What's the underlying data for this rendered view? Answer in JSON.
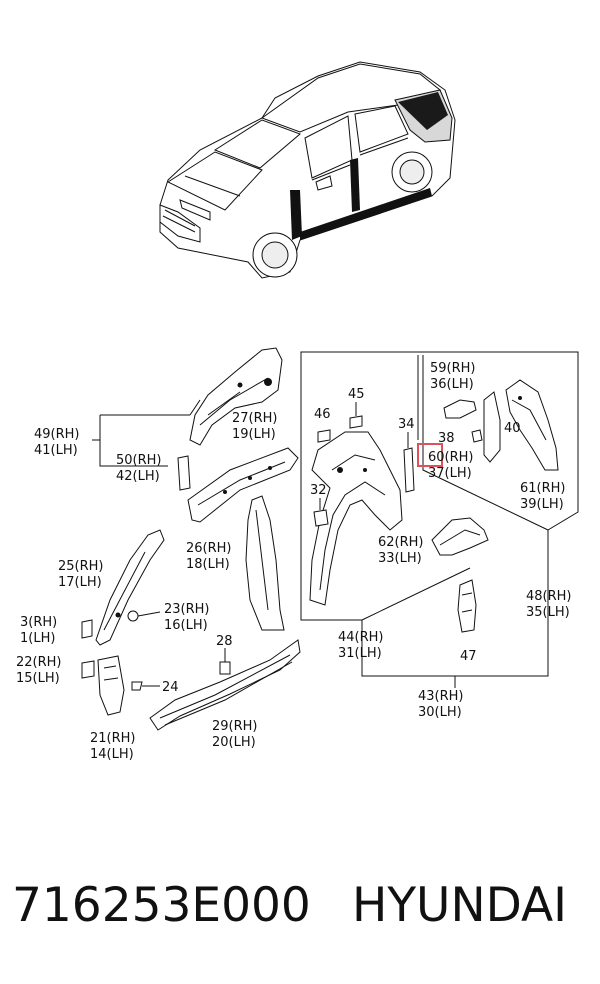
{
  "callouts": {
    "c59": "59(RH)",
    "c36": "36(LH)",
    "c45": "45",
    "c46": "46",
    "c34": "34",
    "c40": "40",
    "c49": "49(RH)",
    "c41": "41(LH)",
    "c27": "27(RH)",
    "c19": "19(LH)",
    "c38": "38",
    "c60": "60(RH)",
    "c37": "37(LH)",
    "c50": "50(RH)",
    "c42": "42(LH)",
    "c61": "61(RH)",
    "c39": "39(LH)",
    "c32": "32",
    "c62": "62(RH)",
    "c33": "33(LH)",
    "c26": "26(RH)",
    "c18": "18(LH)",
    "c25": "25(RH)",
    "c17": "17(LH)",
    "c48": "48(RH)",
    "c35": "35(LH)",
    "c3": "3(RH)",
    "c1": "1(LH)",
    "c23": "23(RH)",
    "c16": "16(LH)",
    "c44": "44(RH)",
    "c31": "31(LH)",
    "c28": "28",
    "c47": "47",
    "c22": "22(RH)",
    "c15": "15(LH)",
    "c24": "24",
    "c43": "43(RH)",
    "c30": "30(LH)",
    "c29": "29(RH)",
    "c20": "20(LH)",
    "c21": "21(RH)",
    "c14": "14(LH)"
  },
  "highlight_color": "#e0505a",
  "footer": {
    "part_number": "716253E000",
    "brand": "HYUNDAI"
  }
}
